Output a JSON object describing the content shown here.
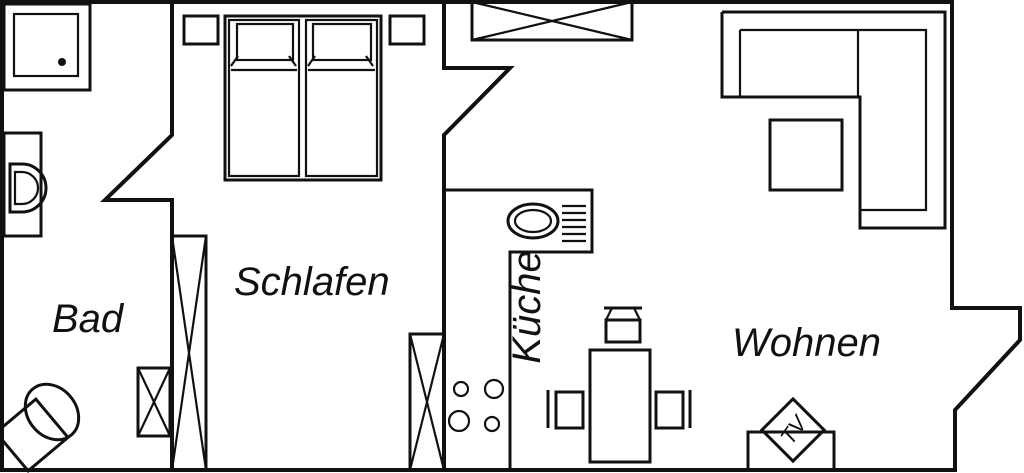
{
  "rooms": {
    "bad": "Bad",
    "schlafen": "Schlafen",
    "kueche": "Küche",
    "wohnen": "Wohnen"
  },
  "furniture": {
    "tv": "TV"
  },
  "colors": {
    "line": "#111111",
    "background": "#ffffff"
  }
}
